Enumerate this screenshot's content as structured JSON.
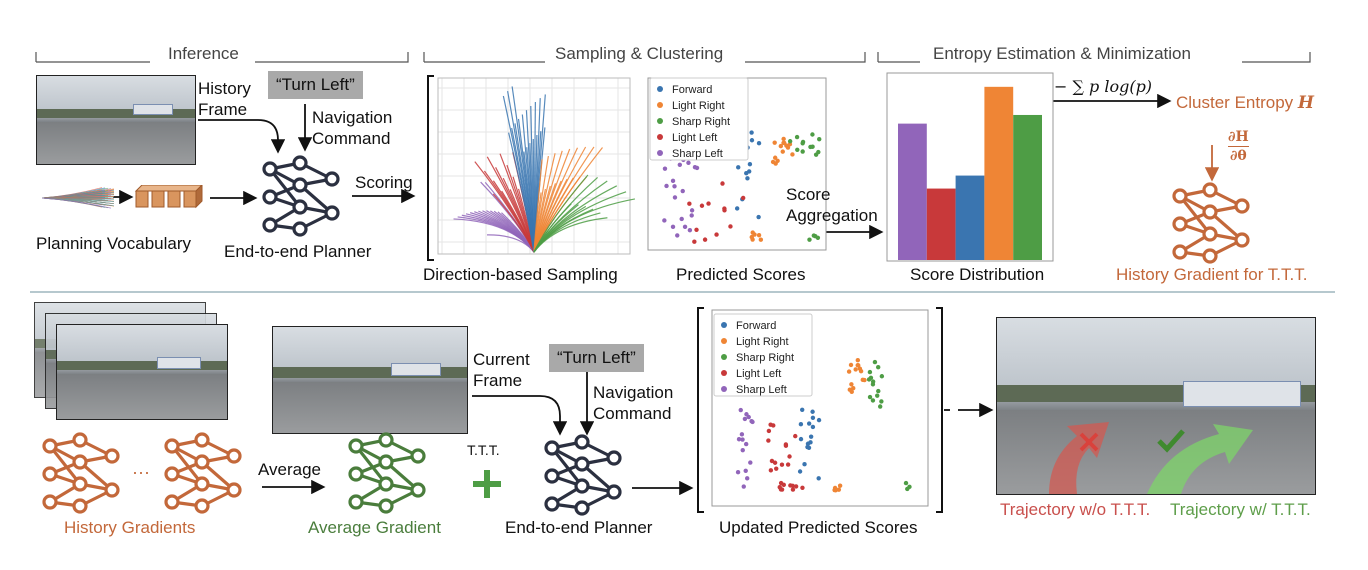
{
  "sections": {
    "inference": "Inference",
    "sampling": "Sampling & Clustering",
    "entropy": "Entropy Estimation & Minimization"
  },
  "top": {
    "history_frame": [
      "History",
      "Frame"
    ],
    "turn_left": "“Turn Left”",
    "navigation_command": [
      "Navigation",
      "Command"
    ],
    "scoring": "Scoring",
    "planning_vocabulary": "Planning Vocabulary",
    "end_to_end_planner": "End-to-end Planner",
    "direction_sampling": "Direction-based Sampling",
    "predicted_scores": "Predicted Scores",
    "score_aggregation": [
      "Score",
      "Aggregation"
    ],
    "score_distribution": "Score Distribution",
    "entropy_formula": "− ∑ p log(p)",
    "cluster_entropy": "Cluster Entropy",
    "entropy_symbol": "H",
    "gradient_num": "∂H",
    "gradient_den": "∂θ",
    "history_gradient": "History Gradient for T.T.T."
  },
  "bottom": {
    "current_frame": [
      "Current",
      "Frame"
    ],
    "turn_left": "“Turn Left”",
    "navigation_command": [
      "Navigation",
      "Command"
    ],
    "ellipsis": "···",
    "average": "Average",
    "ttt": "T.T.T.",
    "history_gradients": "History Gradients",
    "average_gradient": "Average Gradient",
    "end_to_end_planner": "End-to-end Planner",
    "updated_scores": "Updated Predicted Scores",
    "traj_without": "Trajectory w/o T.T.T.",
    "traj_with": "Trajectory w/ T.T.T."
  },
  "legend": [
    "Forward",
    "Light Right",
    "Sharp Right",
    "Light Left",
    "Sharp Left"
  ],
  "colors": {
    "forward": "#3a75b0",
    "light_right": "#ef8535",
    "sharp_right": "#4e9d45",
    "light_left": "#c8393a",
    "sharp_left": "#9165ba",
    "orange_text": "#c3683a",
    "green_text": "#4a7d3c"
  },
  "chart_data": {
    "type": "bar",
    "categories": [
      "Sharp Left",
      "Light Left",
      "Forward",
      "Light Right",
      "Sharp Right"
    ],
    "values": [
      0.63,
      0.33,
      0.39,
      0.8,
      0.67
    ],
    "xlabel": "",
    "ylabel": "",
    "ylim": [
      0,
      0.85
    ]
  }
}
